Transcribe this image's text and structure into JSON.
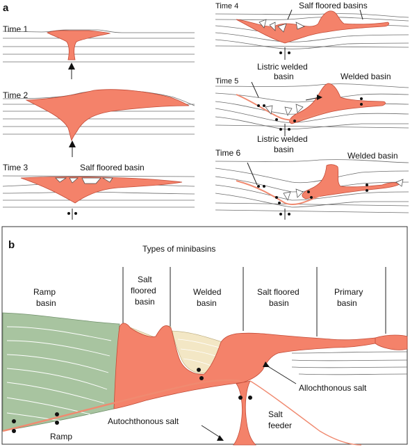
{
  "panel_a": {
    "label": "a",
    "left": {
      "times": [
        "Time 1",
        "Time 2",
        "Time 3"
      ],
      "time3_annotation": "Salf floored basin"
    },
    "right": {
      "times": [
        "Time 4",
        "Time 5",
        "Time 6"
      ],
      "time4_annotation": "Salf floored basins",
      "time5_annotations": [
        "Listric welded basin",
        "Welded basin"
      ],
      "time6_annotations": [
        "Listric welded basin",
        "Welded basin"
      ]
    }
  },
  "panel_b": {
    "label": "b",
    "title": "Types of minibasins",
    "columns": [
      [
        "Ramp",
        "basin"
      ],
      [
        "Salt",
        "floored",
        "basin"
      ],
      [
        "Welded",
        "basin"
      ],
      [
        "Salt floored",
        "basin"
      ],
      [
        "Primary",
        "basin"
      ]
    ],
    "annotations": {
      "allochthonous": "Allochthonous salt",
      "autochthonous": "Autochthonous salt",
      "feeder": [
        "Salt",
        "feeder"
      ],
      "ramp": "Ramp"
    }
  },
  "colors": {
    "salt": "#f4826a",
    "ramp_fill": "#a8c4a0",
    "floored_fill": "#f3e7c5",
    "frame": "#333333"
  }
}
